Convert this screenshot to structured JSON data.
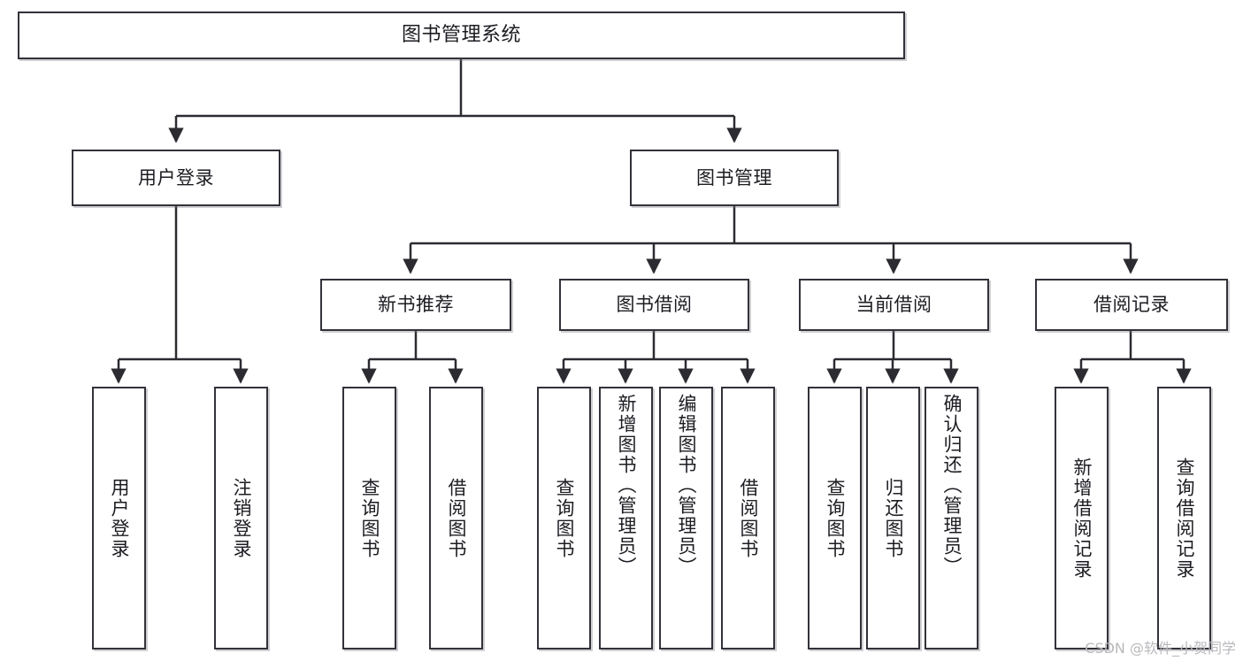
{
  "diagram": {
    "title": "图书管理系统",
    "watermark": "CSDN @软件_小贺同学",
    "type": "tree",
    "colors": {
      "box_border": "#32323a",
      "box_fill": "#ffffff",
      "connector": "#2b2b31",
      "text": "#1c1c22",
      "watermark": "#b9b9bd"
    }
  },
  "nodes": {
    "root": {
      "label": "图书管理系统"
    },
    "level2": [
      {
        "label": "用户登录"
      },
      {
        "label": "图书管理"
      }
    ],
    "level3": [
      {
        "label": "新书推荐"
      },
      {
        "label": "图书借阅"
      },
      {
        "label": "当前借阅"
      },
      {
        "label": "借阅记录"
      }
    ],
    "leaves": {
      "user_login": [
        {
          "label": "用户登录"
        },
        {
          "label": "注销登录"
        }
      ],
      "new_book": [
        {
          "label": "查询图书"
        },
        {
          "label": "借阅图书"
        }
      ],
      "book_borrow": [
        {
          "label": "查询图书"
        },
        {
          "label": "新增图书（管理员）"
        },
        {
          "label": "编辑图书（管理员）"
        },
        {
          "label": "借阅图书"
        }
      ],
      "current_borrow": [
        {
          "label": "查询图书"
        },
        {
          "label": "归还图书"
        },
        {
          "label": "确认归还（管理员）"
        }
      ],
      "borrow_record": [
        {
          "label": "新增借阅记录"
        },
        {
          "label": "查询借阅记录"
        }
      ]
    }
  }
}
